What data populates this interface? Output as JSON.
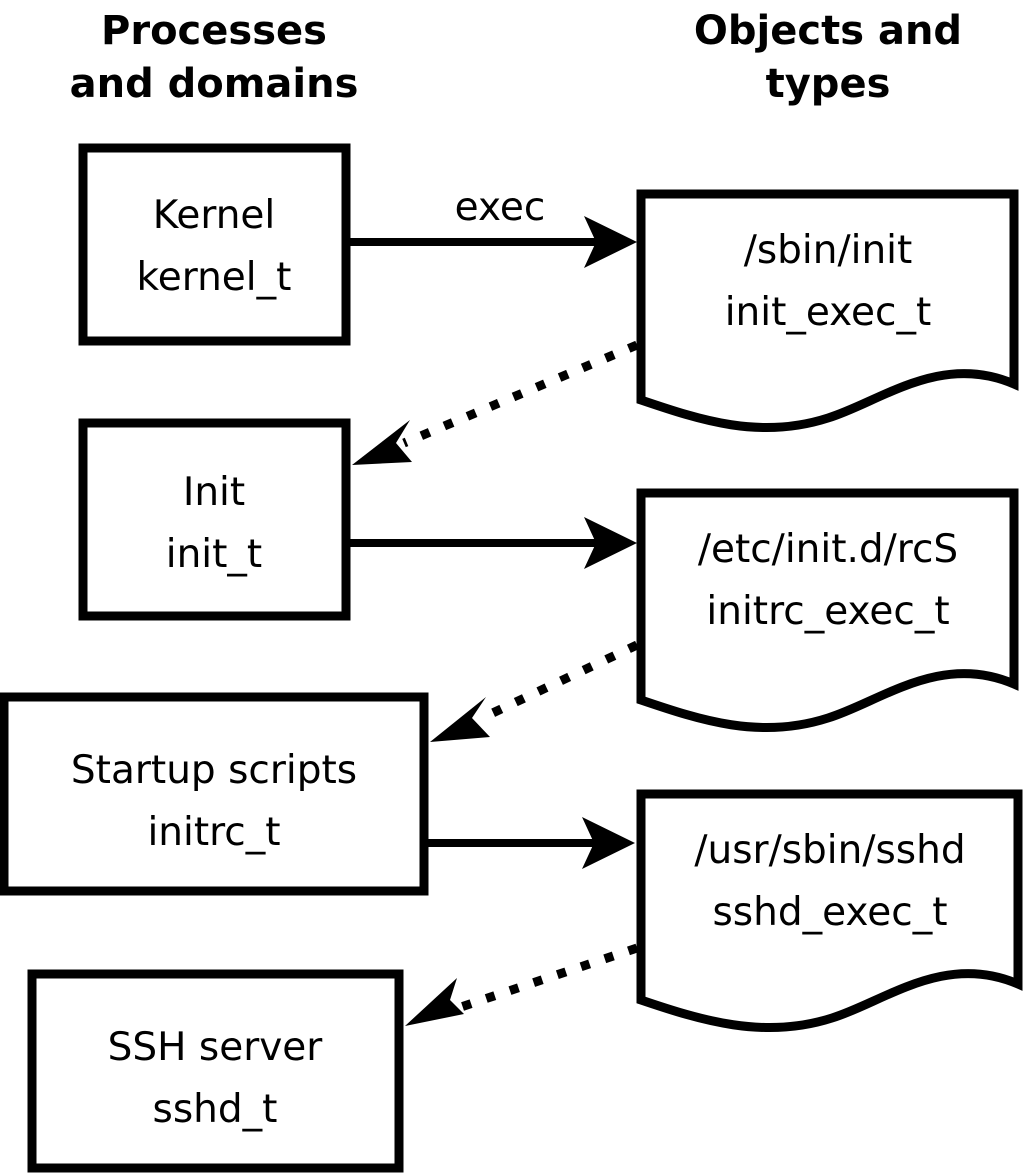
{
  "headers": {
    "left": {
      "line1": "Processes",
      "line2": "and domains"
    },
    "right": {
      "line1": "Objects and",
      "line2": "types"
    }
  },
  "colors": {
    "stroke": "#000000",
    "fill": "#ffffff",
    "background": "#ffffff"
  },
  "processes": [
    {
      "id": "kernel",
      "name": "Kernel",
      "type": "kernel_t"
    },
    {
      "id": "init",
      "name": "Init",
      "type": "init_t"
    },
    {
      "id": "initrc",
      "name": "Startup scripts",
      "type": "initrc_t"
    },
    {
      "id": "sshd",
      "name": "SSH server",
      "type": "sshd_t"
    }
  ],
  "objects": [
    {
      "id": "init_exec",
      "path": "/sbin/init",
      "type": "init_exec_t"
    },
    {
      "id": "initrc_exec",
      "path": "/etc/init.d/rcS",
      "type": "initrc_exec_t"
    },
    {
      "id": "sshd_exec",
      "path": "/usr/sbin/sshd",
      "type": "sshd_exec_t"
    }
  ],
  "edges": [
    {
      "id": "kernel-exec-init",
      "from": "kernel",
      "to": "init_exec",
      "label": "exec",
      "style": "solid"
    },
    {
      "id": "initexec-transition-init",
      "from": "init_exec",
      "to": "init",
      "label": "",
      "style": "dotted"
    },
    {
      "id": "init-exec-initrc",
      "from": "init",
      "to": "initrc_exec",
      "label": "",
      "style": "solid"
    },
    {
      "id": "initrcexec-transition-initrc",
      "from": "initrc_exec",
      "to": "initrc",
      "label": "",
      "style": "dotted"
    },
    {
      "id": "initrc-exec-sshd",
      "from": "initrc",
      "to": "sshd_exec",
      "label": "",
      "style": "solid"
    },
    {
      "id": "sshdexec-transition-sshd",
      "from": "sshd_exec",
      "to": "sshd",
      "label": "",
      "style": "dotted"
    }
  ]
}
